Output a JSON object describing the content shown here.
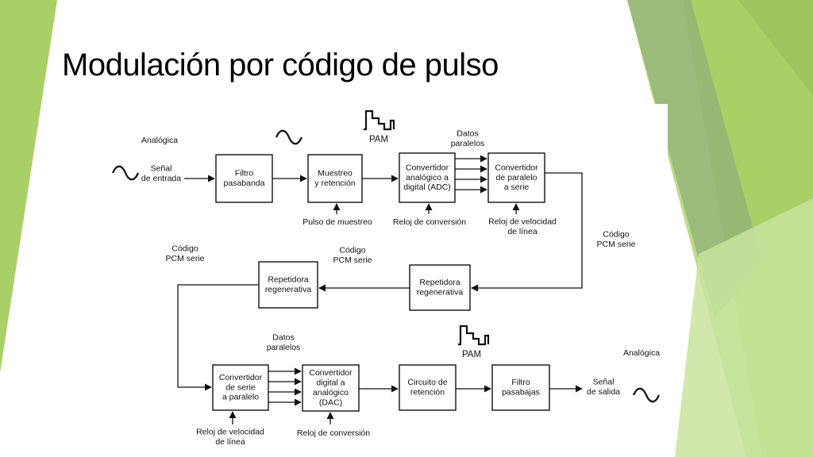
{
  "slide": {
    "title": "Modulación por código de pulso",
    "accent_colors": [
      "#a9cf67",
      "#bcdc85",
      "#8fb07a",
      "#c9e39d"
    ]
  },
  "diagram": {
    "blocks": {
      "filtro_pasabanda": [
        "Filtro",
        "pasabanda"
      ],
      "muestreo": [
        "Muestreo",
        "y retención"
      ],
      "adc": [
        "Convertidor",
        "analógico a",
        "digital (ADC)"
      ],
      "paralelo_serie": [
        "Convertidor",
        "de paralelo",
        "a serie"
      ],
      "repetidora_right": [
        "Repetidora",
        "regenerativa"
      ],
      "repetidora_left": [
        "Repetidora",
        "regenerativa"
      ],
      "serie_paralelo": [
        "Convertidor",
        "de serie",
        "a paralelo"
      ],
      "dac": [
        "Convertidor",
        "digital a",
        "analógico",
        "(DAC)"
      ],
      "circuito_retencion": [
        "Circuito de",
        "retención"
      ],
      "filtro_pasabajas": [
        "Filtro",
        "pasabajas"
      ]
    },
    "labels": {
      "analogica_in": "Analógica",
      "senal_entrada": [
        "Señal",
        "de entrada"
      ],
      "pam_top": "PAM",
      "datos_paralelos_top": [
        "Datos",
        "paralelos"
      ],
      "pulso_muestreo": "Pulso de muestreo",
      "reloj_conversion_top": "Reloj de conversión",
      "reloj_velocidad_top": [
        "Reloj de velocidad",
        "de línea"
      ],
      "codigo_pcm_right": [
        "Código",
        "PCM serie"
      ],
      "codigo_pcm_mid": [
        "Código",
        "PCM serie"
      ],
      "codigo_pcm_left": [
        "Código",
        "PCM serie"
      ],
      "datos_paralelos_bottom": [
        "Datos",
        "paralelos"
      ],
      "pam_bottom": "PAM",
      "analogica_out": "Analógica",
      "senal_salida": [
        "Señal",
        "de salida"
      ],
      "reloj_velocidad_bottom": [
        "Reloj de velocidad",
        "de línea"
      ],
      "reloj_conversion_bottom": "Reloj de conversión"
    },
    "icons": [
      "sine-wave-icon",
      "pam-pulse-icon"
    ]
  }
}
